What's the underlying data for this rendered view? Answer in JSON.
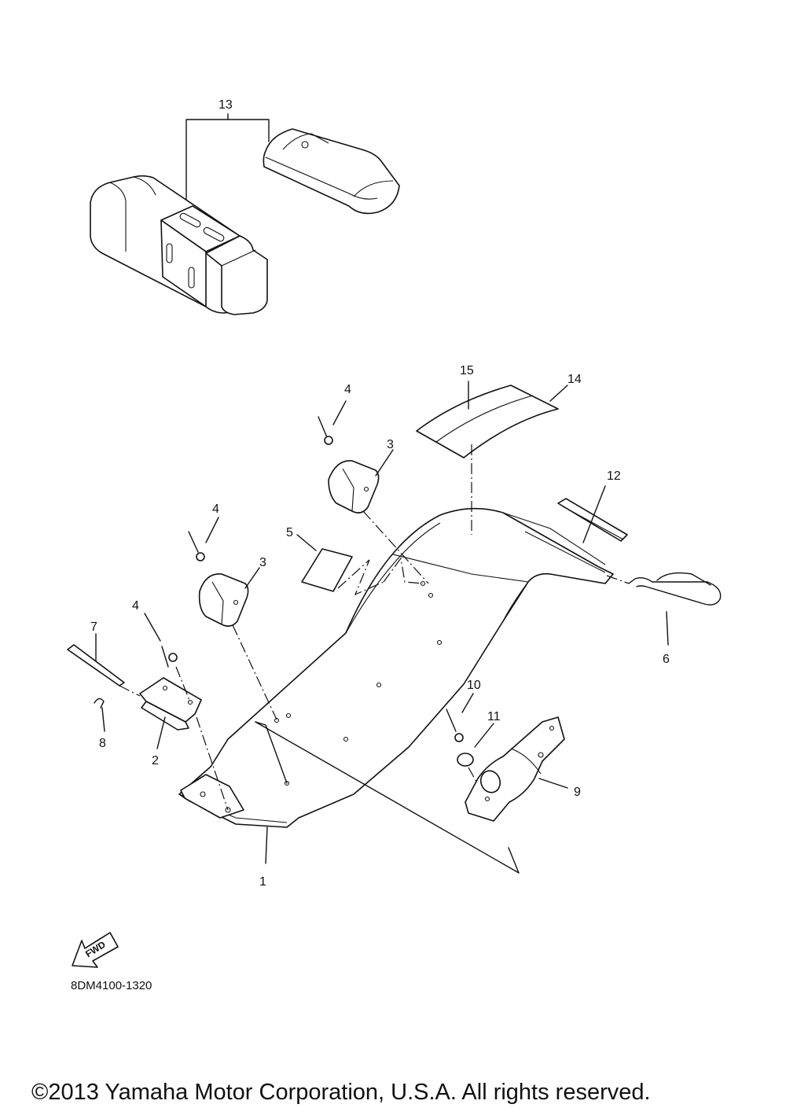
{
  "callouts": {
    "c1": "1",
    "c2": "2",
    "c3a": "3",
    "c3b": "3",
    "c4a": "4",
    "c4b": "4",
    "c4c": "4",
    "c5": "5",
    "c6": "6",
    "c7": "7",
    "c8": "8",
    "c9": "9",
    "c10": "10",
    "c11": "11",
    "c12": "12",
    "c13": "13",
    "c14": "14",
    "c15": "15"
  },
  "fwd_label": "FWD",
  "diagram_code": "8DM4100-1320",
  "copyright": "©2013 Yamaha Motor Corporation, U.S.A. All rights reserved."
}
